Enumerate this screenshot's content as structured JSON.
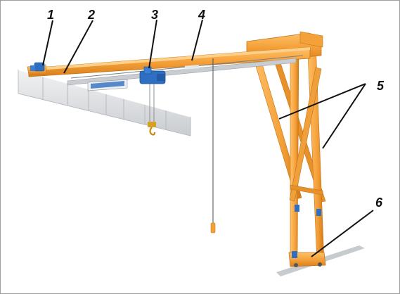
{
  "diagram": {
    "callouts": [
      "1",
      "2",
      "3",
      "4",
      "5",
      "6"
    ],
    "colors": {
      "crane": "#f5a13a",
      "crane_shadow": "#d87f1c",
      "hoist": "#2f6fc2",
      "runway": "#d9dcdf",
      "leader": "#111111",
      "border": "#9e9e9e"
    }
  }
}
